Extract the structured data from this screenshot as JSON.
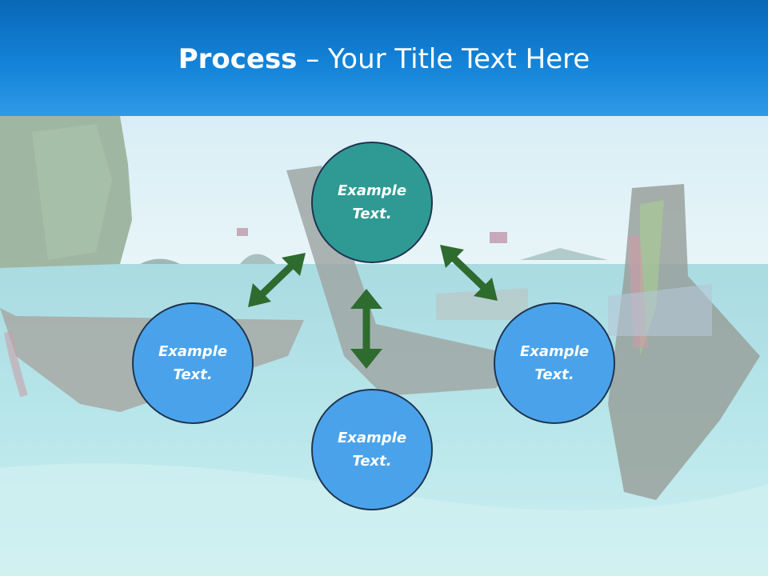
{
  "header": {
    "title_bold": "Process",
    "title_rest": " – Your Title Text Here"
  },
  "diagram": {
    "nodes": [
      {
        "id": "top",
        "text": "Example Text.",
        "color": "#2f9a94"
      },
      {
        "id": "left",
        "text": "Example Text.",
        "color": "#4aa3ea"
      },
      {
        "id": "right",
        "text": "Example Text.",
        "color": "#4aa3ea"
      },
      {
        "id": "bottom",
        "text": "Example Text.",
        "color": "#4aa3ea"
      }
    ],
    "arrow_color": "#2e6b2f"
  },
  "colors": {
    "header": "#1383d8",
    "node_border": "#1f3550",
    "water": "#bfe3ea"
  }
}
